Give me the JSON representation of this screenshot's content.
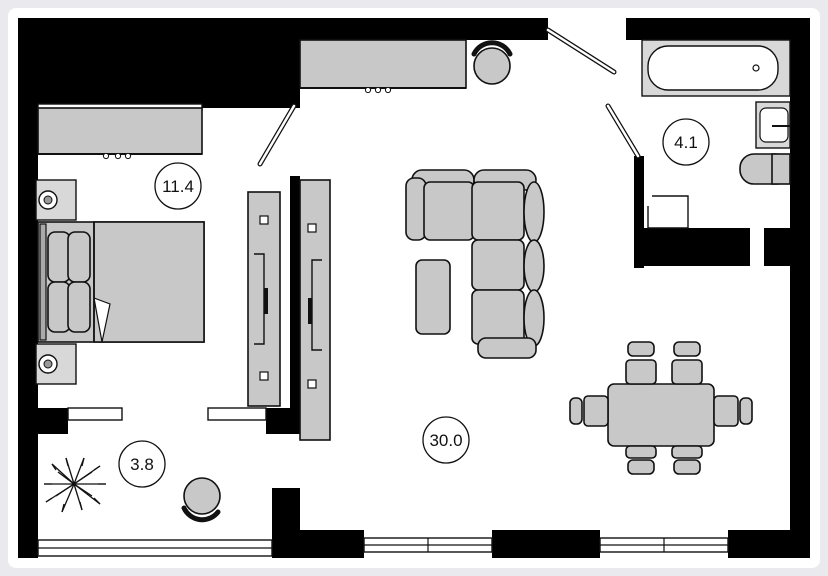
{
  "plan": {
    "rooms": [
      {
        "id": "bedroom",
        "area": "11.4"
      },
      {
        "id": "bathroom",
        "area": "4.1"
      },
      {
        "id": "hallway",
        "area": "3.8"
      },
      {
        "id": "living-room",
        "area": "30.0"
      }
    ]
  },
  "colors": {
    "wall": "#000000",
    "furniture_fill": "#c8c8c8",
    "outline": "#111111",
    "background": "#ffffff",
    "frame": "#e9e9ee"
  }
}
